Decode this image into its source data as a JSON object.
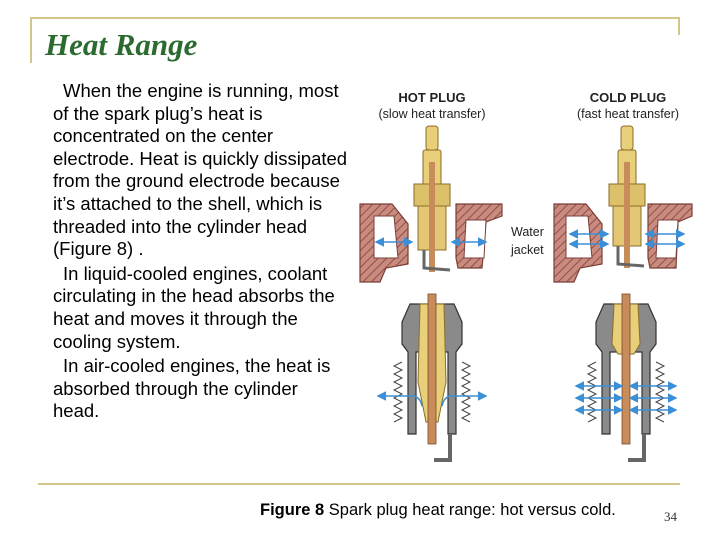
{
  "slide": {
    "title": "Heat Range",
    "paragraphs": [
      "When the engine is running, most of the spark plug’s heat is concentrated on the center electrode. Heat is quickly dissipated from the ground electrode because it’s attached to the shell, which is threaded into the cylinder head (Figure 8) .",
      "In liquid-cooled engines, coolant circulating in the head absorbs the heat and moves it through the cooling system.",
      "In air-cooled engines, the heat is absorbed through the cylinder head."
    ],
    "page_number": "34"
  },
  "figure": {
    "hot_plug_title": "HOT PLUG",
    "hot_plug_subtitle": "(slow heat transfer)",
    "cold_plug_title": "COLD PLUG",
    "cold_plug_subtitle": "(fast heat transfer)",
    "water_label": "Water",
    "jacket_label": "jacket",
    "caption_label": "Figure 8",
    "caption_text": " Spark plug heat range: hot versus cold."
  },
  "colors": {
    "title": "#2c6b2f",
    "frame": "#d4c58a",
    "cylinder_head": "#b06e63",
    "insulator": "#e8cf7a",
    "electrode": "#c88b5a",
    "shell": "#8a8a8a",
    "arrow": "#3a8fd6"
  }
}
